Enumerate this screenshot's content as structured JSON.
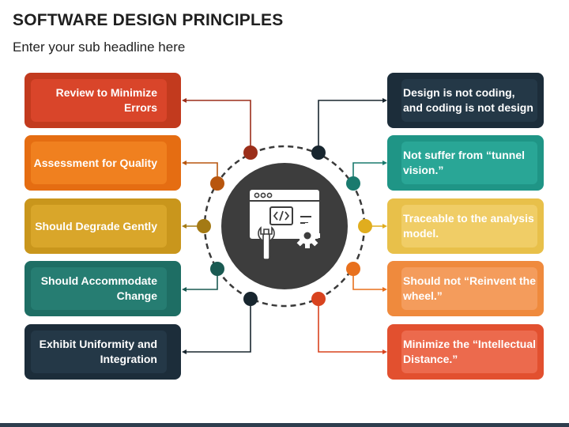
{
  "title": "SOFTWARE DESIGN PRINCIPLES",
  "subtitle": "Enter your sub headline here",
  "left_items": [
    {
      "text": "Review to Minimize Errors",
      "outer": "#c23a1e",
      "inner": "#d9452a",
      "dot": "#9b2e1a"
    },
    {
      "text": "Assessment for Quality",
      "outer": "#e56d12",
      "inner": "#f0801f",
      "dot": "#b8560e"
    },
    {
      "text": "Should Degrade Gently",
      "outer": "#c9961c",
      "inner": "#d9a62a",
      "dot": "#a47a14"
    },
    {
      "text": "Should Accommodate Change",
      "outer": "#1e6e64",
      "inner": "#267d72",
      "dot": "#1a5a52"
    },
    {
      "text": "Exhibit Uniformity and Integration",
      "outer": "#1c2d3a",
      "inner": "#243847",
      "dot": "#18262f"
    }
  ],
  "right_items": [
    {
      "text": "Design is not coding, and coding is not design",
      "outer": "#1c2d3a",
      "inner": "#243847",
      "dot": "#18262f"
    },
    {
      "text": "Not suffer from “tunnel vision.”",
      "outer": "#1f9586",
      "inner": "#29a696",
      "dot": "#1a7a6e"
    },
    {
      "text": "Traceable to the analysis model.",
      "outer": "#e8c04a",
      "inner": "#f0cd66",
      "dot": "#e0ad1e"
    },
    {
      "text": "Should not “Reinvent the wheel.”",
      "outer": "#ef8a3d",
      "inner": "#f49c5c",
      "dot": "#e8701d"
    },
    {
      "text": "Minimize the “Intellectual Distance.”",
      "outer": "#e2502f",
      "inner": "#ec6a4d",
      "dot": "#d8431f"
    }
  ],
  "center_icon": "code-window-gear-wrench-icon",
  "colors": {
    "center_circle": "#3d3d3d",
    "ring": "#3a3a3a",
    "bottom_bar": "#2e3e4e"
  }
}
